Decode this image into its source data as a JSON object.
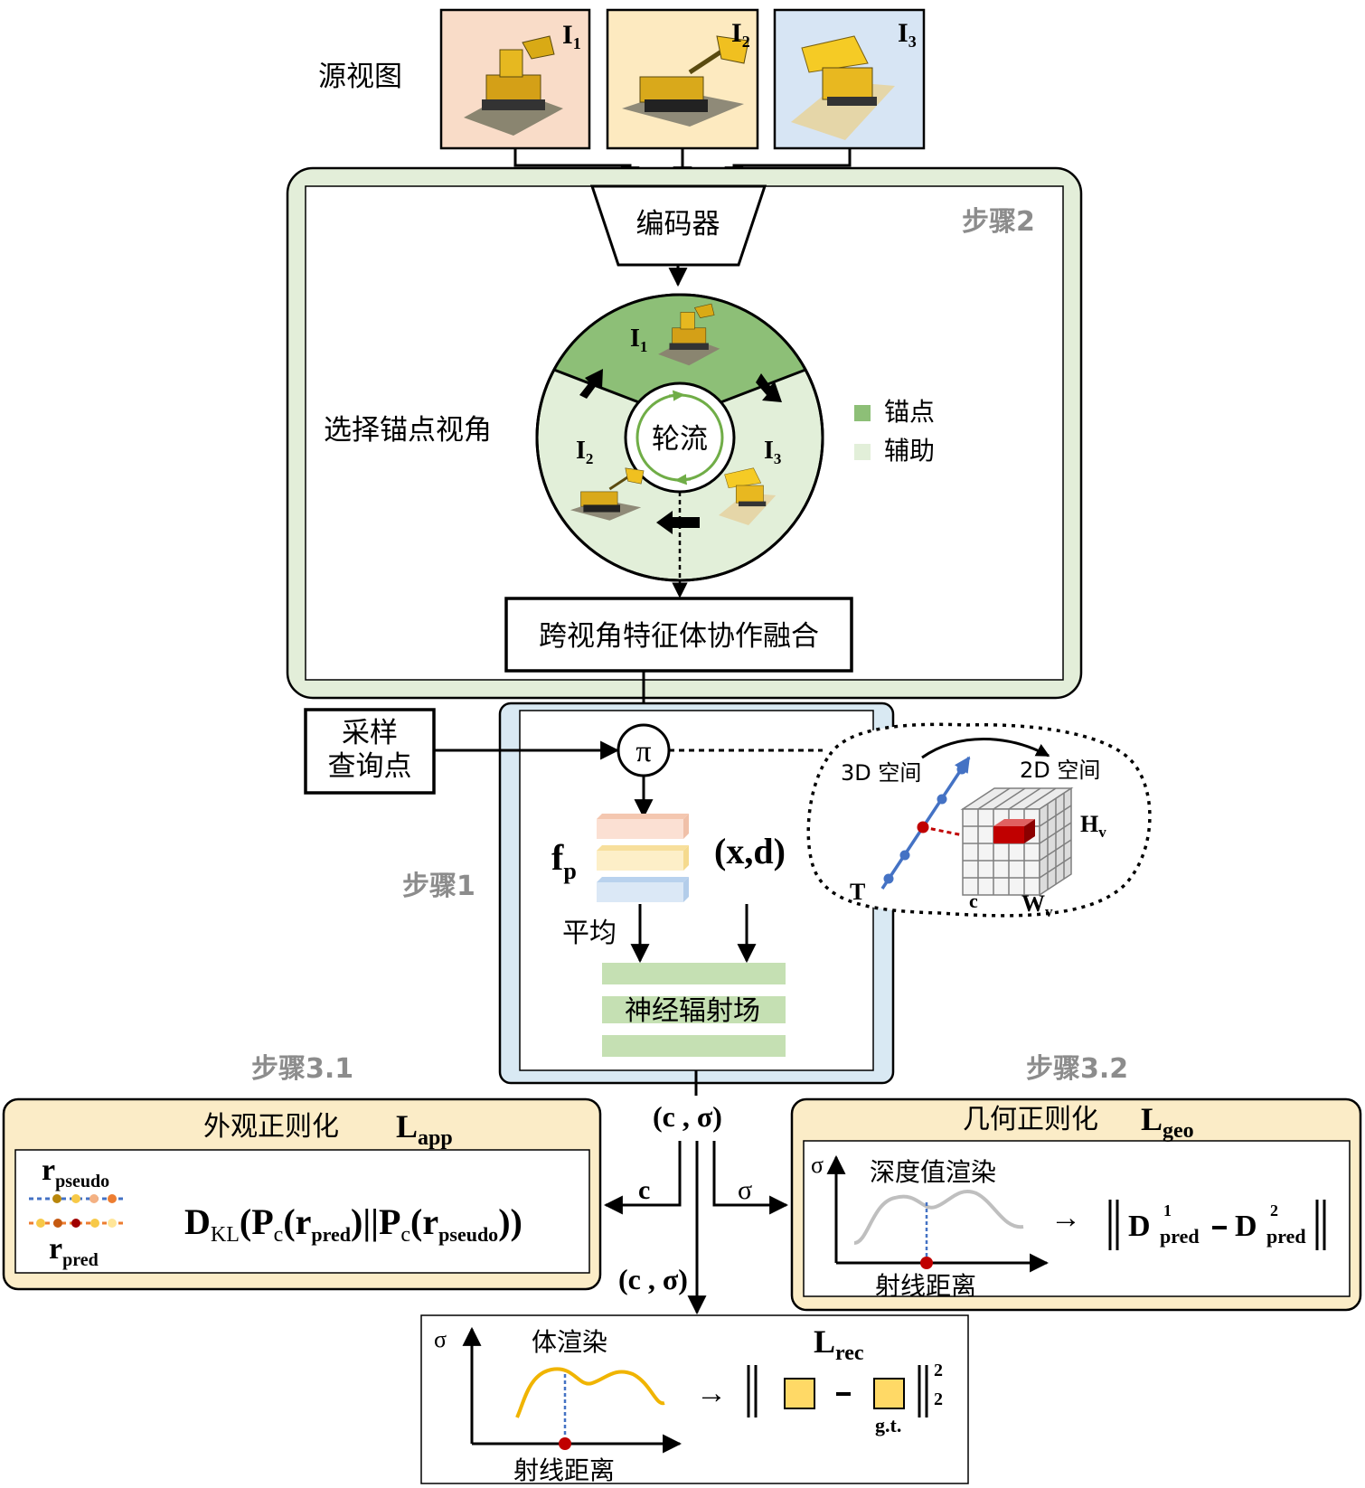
{
  "source_views": {
    "label": "源视图",
    "images": [
      {
        "main": "I",
        "sub": "1",
        "bg": "#f9dcc8"
      },
      {
        "main": "I",
        "sub": "2",
        "bg": "#fdeac0"
      },
      {
        "main": "I",
        "sub": "3",
        "bg": "#d7e5f4"
      }
    ]
  },
  "step2": {
    "label": "步骤2",
    "encoder": "编码器",
    "select_anchor": "选择锚点视角",
    "rotate": "轮流",
    "wheel_views": [
      {
        "main": "I",
        "sub": "1"
      },
      {
        "main": "I",
        "sub": "2"
      },
      {
        "main": "I",
        "sub": "3"
      }
    ],
    "legend": [
      {
        "label": "锚点",
        "color": "#8dbf77"
      },
      {
        "label": "辅助",
        "color": "#e2efd9"
      }
    ],
    "fusion": "跨视角特征体协作融合"
  },
  "step1": {
    "label": "步骤1",
    "sampling_line1": "采样",
    "sampling_line2": "查询点",
    "projection": "π",
    "feature_main": "f",
    "feature_sub": "p",
    "coords": "(x,d)",
    "average": "平均",
    "nerf": "神经辐射场",
    "inset": {
      "from": "3D 空间",
      "to": "2D 空间",
      "T": "T",
      "H_main": "H",
      "H_sub": "v",
      "W_main": "W",
      "W_sub": "v",
      "c": "c"
    }
  },
  "outputs": {
    "c_sigma_top": "(c , σ)",
    "c_label": "c",
    "sigma_label": "σ",
    "c_sigma_bottom": "(c , σ)"
  },
  "step31": {
    "label": "步骤3.1",
    "title": "外观正则化",
    "loss_main": "L",
    "loss_sub": "app",
    "r_pseudo_main": "r",
    "r_pseudo_sub": "pseudo",
    "r_pred_main": "r",
    "r_pred_sub": "pred",
    "kl": {
      "D": "D",
      "KL": "KL",
      "P": "P",
      "c": "c",
      "r": "r",
      "pred": "pred",
      "pseudo": "pseudo"
    }
  },
  "step32": {
    "label": "步骤3.2",
    "title": "几何正则化",
    "loss_main": "L",
    "loss_sub": "geo",
    "sigma": "σ",
    "depth_render": "深度值渲染",
    "ray_distance": "射线距离",
    "arrow": "→",
    "d_main": "D",
    "d_sub": "pred",
    "d_sup1": "1",
    "d_sup2": "2"
  },
  "volume": {
    "sigma": "σ",
    "title": "体渲染",
    "ray_distance": "射线距离",
    "loss_main": "L",
    "loss_sub": "rec",
    "arrow": "→",
    "gt": "g.t.",
    "norm_sup": "2",
    "norm_sub": "2"
  },
  "colors": {
    "step2_border": "#e3eed9",
    "step1_border": "#d9e9f3",
    "panel_border": "#fbecc7",
    "anchor": "#8dbf77",
    "aux": "#e2efd9",
    "nerf": "#c5e0b3",
    "ray_blue": "#4472c4",
    "red": "#c00000",
    "curve_grey": "#bfbfbf",
    "curve_yellow": "#f0b400",
    "swatch": "#ffd966"
  }
}
